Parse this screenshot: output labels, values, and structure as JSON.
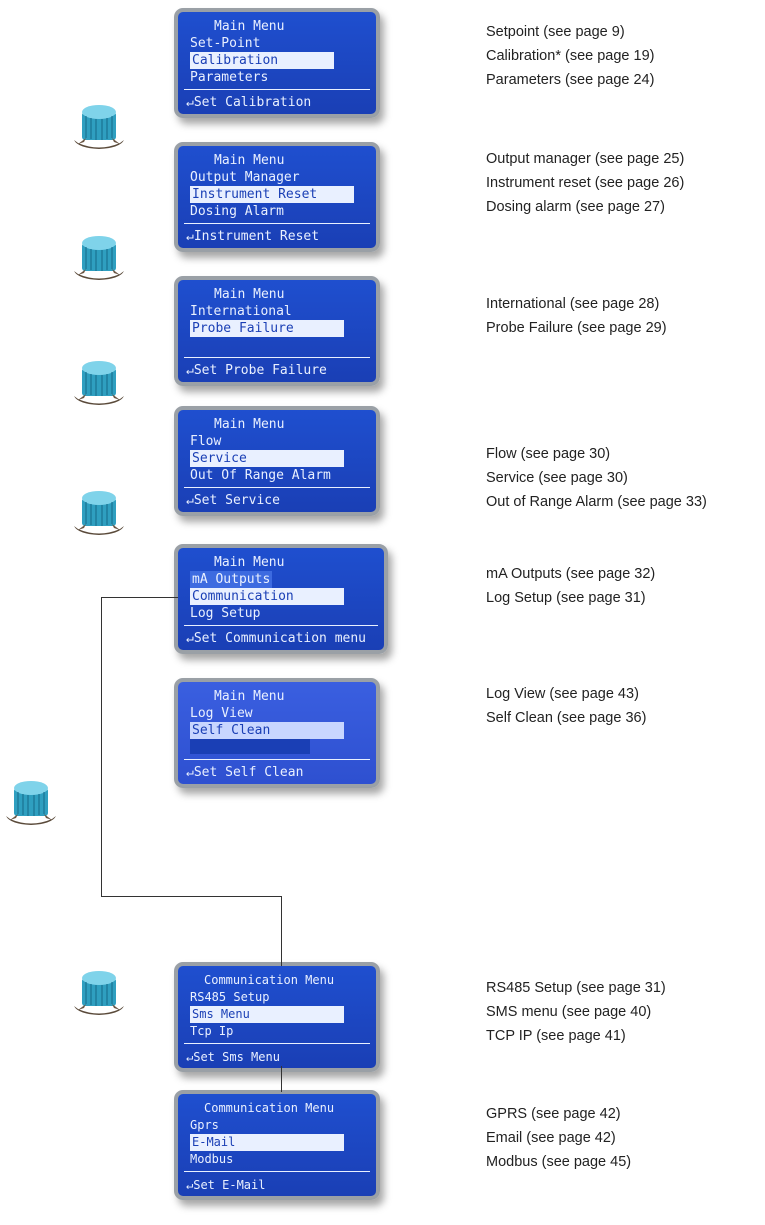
{
  "screens": [
    {
      "title": "Main Menu",
      "items": [
        "Set-Point",
        "Calibration",
        "Parameters"
      ],
      "highlight": 1,
      "footer": "↵Set Calibration",
      "desc": [
        "Setpoint (see page 9)",
        "Calibration* (see page 19)",
        "Parameters (see page 24)"
      ]
    },
    {
      "title": "Main Menu",
      "items": [
        "Output Manager",
        "Instrument Reset",
        "Dosing Alarm"
      ],
      "highlight": 1,
      "footer": "↵Instrument Reset",
      "desc": [
        "Output manager (see page 25)",
        "Instrument reset (see page 26)",
        "Dosing alarm (see page 27)"
      ]
    },
    {
      "title": "Main Menu",
      "items": [
        "International",
        "Probe Failure"
      ],
      "highlight": 1,
      "footer": "↵Set Probe Failure",
      "desc": [
        "International (see page 28)",
        "Probe Failure (see page 29)"
      ]
    },
    {
      "title": "Main Menu",
      "items": [
        "Flow",
        "Service",
        "Out Of Range Alarm"
      ],
      "highlight": 1,
      "footer": "↵Set Service",
      "desc": [
        "Flow (see page 30)",
        "Service (see page 30)",
        "Out of Range Alarm (see page 33)"
      ]
    },
    {
      "title": "Main Menu",
      "items": [
        "mA Outputs",
        "Communication",
        "Log Setup"
      ],
      "highlight": 1,
      "footer": "↵Set Communication menu",
      "desc": [
        "mA Outputs (see page 32)",
        "Log Setup (see page 31)"
      ]
    },
    {
      "title": "Main Menu",
      "items": [
        "Log View",
        "Self Clean",
        ""
      ],
      "highlight": 1,
      "footer": "↵Set Self Clean",
      "desc": [
        "Log View (see page 43)",
        "Self Clean (see page 36)"
      ]
    },
    {
      "title": "Communication Menu",
      "items": [
        "RS485 Setup",
        "Sms Menu",
        "Tcp Ip"
      ],
      "highlight": 1,
      "footer": "↵Set Sms Menu",
      "desc": [
        "RS485 Setup (see page 31)",
        "SMS menu (see page  40)",
        "TCP IP (see page 41)"
      ]
    },
    {
      "title": "Communication Menu",
      "items": [
        "Gprs",
        "E-Mail",
        "Modbus"
      ],
      "highlight": 1,
      "footer": "↵Set E-Mail",
      "desc": [
        "GPRS (see page 42)",
        "Email (see page 42)",
        "Modbus (see page 45)"
      ]
    }
  ],
  "colors": {
    "screen": "#1a3fb5",
    "text": "#e9f0ff",
    "bezel": "#9aa0a6",
    "knob": "#35a9c8"
  },
  "icons": {
    "knob": "rotary-knob-icon"
  }
}
